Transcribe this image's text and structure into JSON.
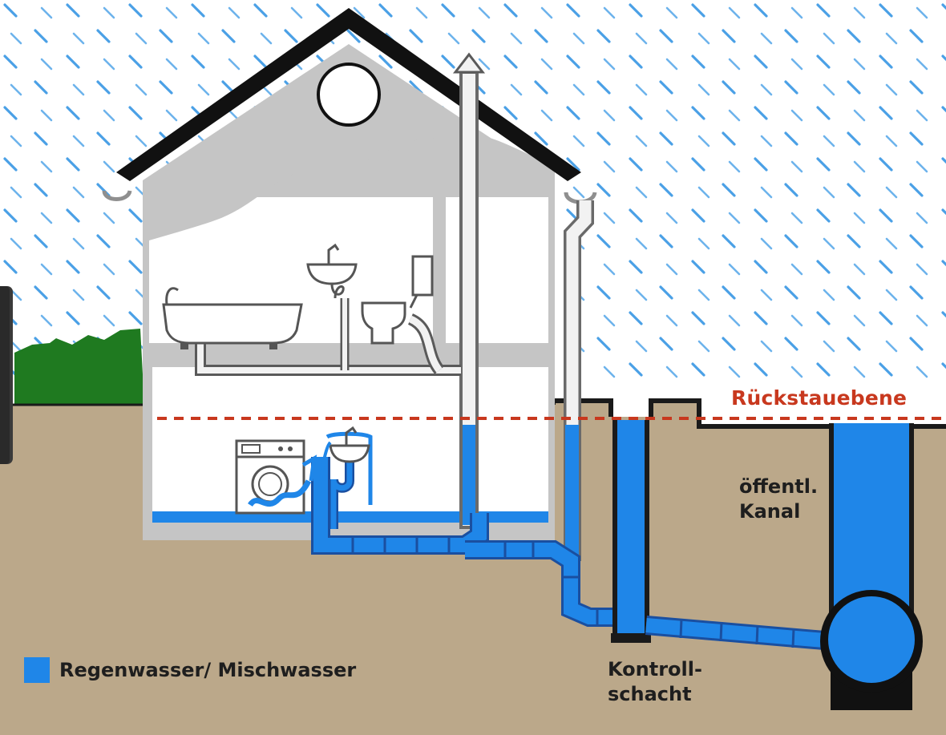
{
  "labels": {
    "rueckstauebene": "Rückstauebene",
    "kanal_line1": "öffentl.",
    "kanal_line2": "Kanal",
    "kontroll_line1": "Kontroll-",
    "kontroll_line2": "schacht"
  },
  "legend": {
    "text": "Regenwasser/ Mischwasser",
    "color": "#1f86e8"
  },
  "colors": {
    "water": "#1f86e8",
    "ground": "#bba88a",
    "house_grey": "#c5c5c5",
    "roof": "#111111",
    "rain": "#4aa0e6",
    "backflow_line": "#c8381e",
    "grass": "#1f7a20"
  },
  "icons": {
    "rain": "rain-streaks",
    "bathtub": "bathtub-icon",
    "sink": "washbasin-icon",
    "toilet": "toilet-icon",
    "washing_machine": "washing-machine-icon",
    "water_heater": "water-heater-icon"
  }
}
